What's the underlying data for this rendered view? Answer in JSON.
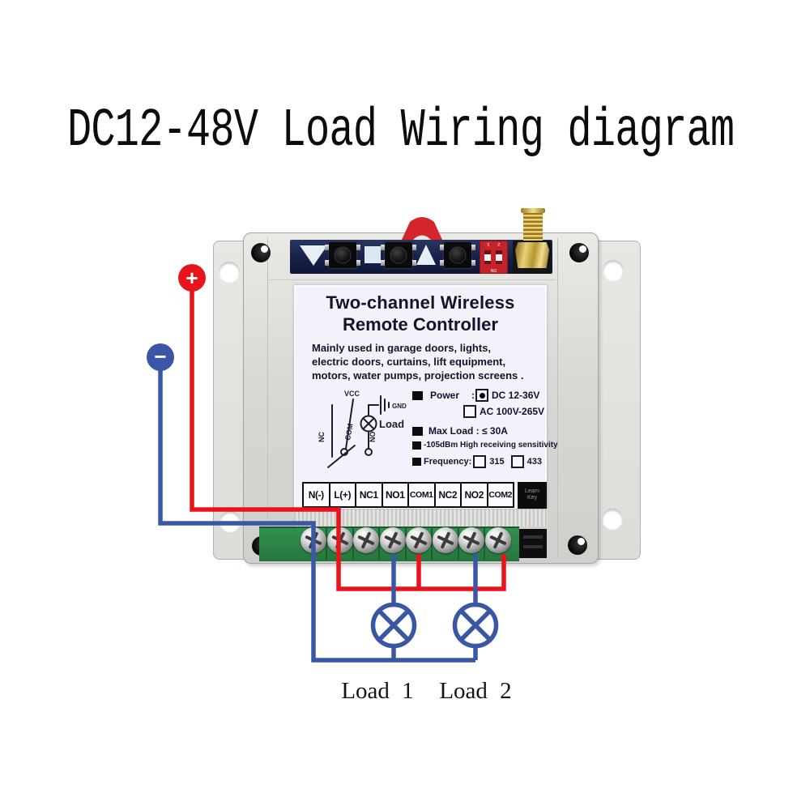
{
  "title": "DC12-48V Load Wiring diagram",
  "device": {
    "dip_top": "2 1",
    "dip_on": "ON",
    "learn_key": {
      "line1": "Learn",
      "line2": "Key"
    },
    "label": {
      "heading1": "Two-channel Wireless",
      "heading2": "Remote Controller",
      "desc": [
        "Mainly used in garage doors, lights,",
        "electric doors, curtains, lift equipment,",
        "motors, water pumps, projection screens ."
      ],
      "schematic": {
        "vcc": "VCC",
        "gnd": "GND",
        "load": "Load",
        "nc": "NC",
        "com": "COM",
        "no": "NO"
      },
      "specs": {
        "power_label": "Power",
        "power_colon": ":",
        "power_dc": "DC 12-36V",
        "power_ac": "AC 100V-265V",
        "max_load": "Max Load : ≤ 30A",
        "sensitivity": "-105dBm High receiving sensitivity",
        "frequency_label": "Frequency:",
        "freq1": "315",
        "freq2": "433"
      },
      "terminals": [
        "N(-)",
        "L(+)",
        "NC1",
        "NO1",
        "COM1",
        "NC2",
        "NO2",
        "COM2"
      ]
    }
  },
  "wiring": {
    "positive_symbol": "+",
    "negative_symbol": "−",
    "load1": "Load 1",
    "load2": "Load 2",
    "colors": {
      "positive": "#e8141c",
      "negative": "#3a57a5"
    }
  }
}
